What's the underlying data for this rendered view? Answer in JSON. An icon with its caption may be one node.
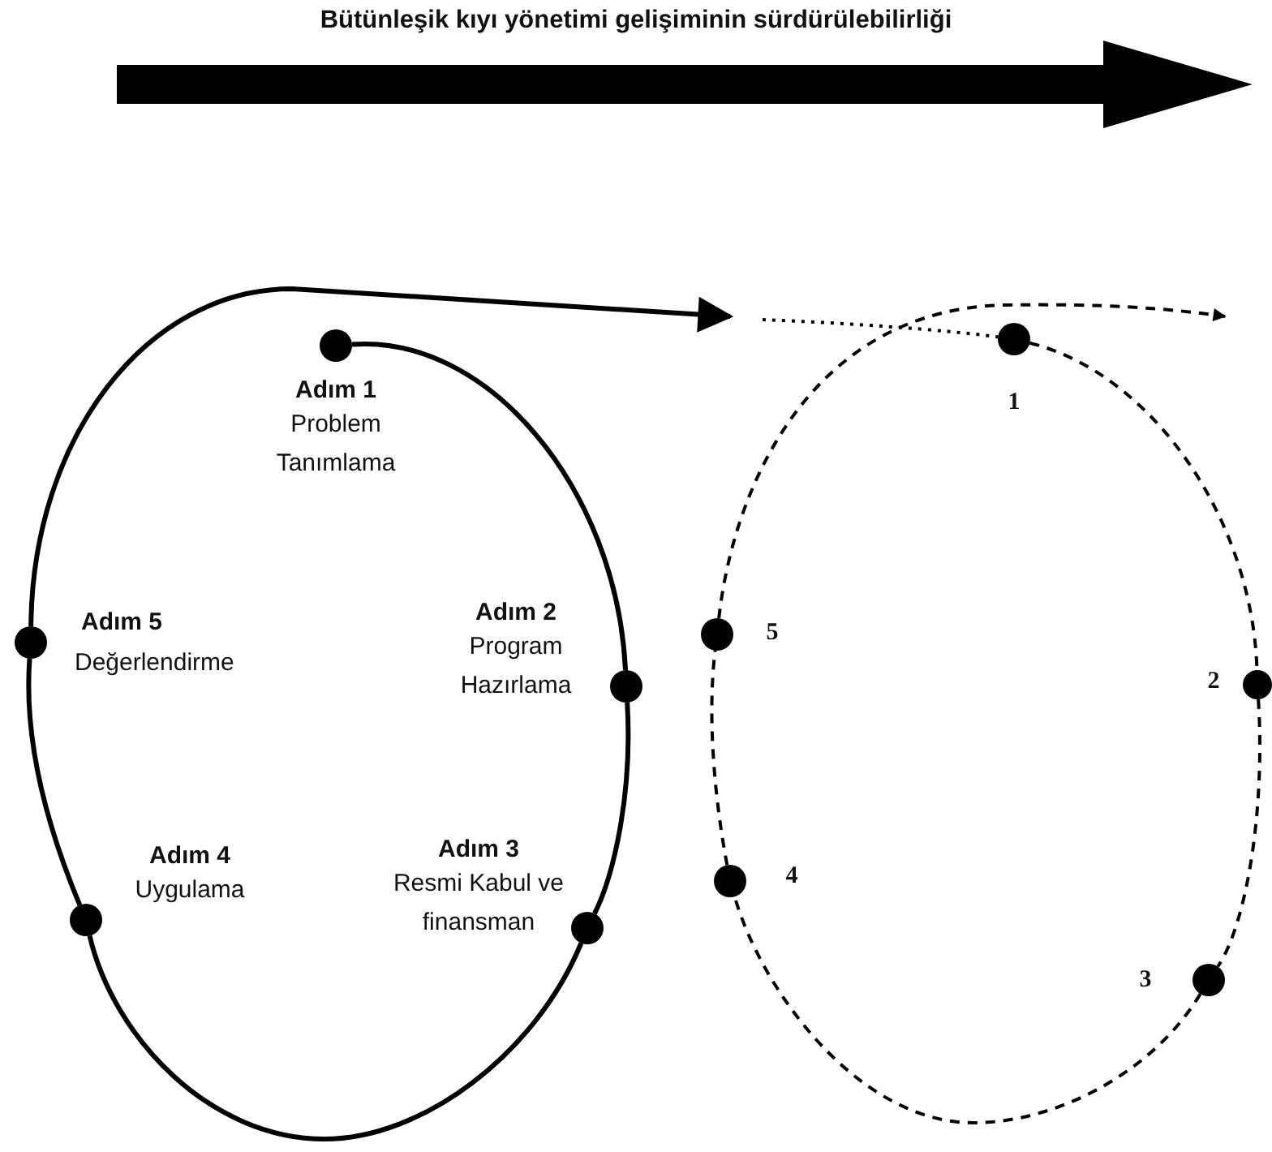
{
  "diagram": {
    "title": "Bütünleşik kıyı yönetimi gelişiminin sürdürülebilirliği",
    "nodes": [
      {
        "text": [],
        "shape": "circle",
        "beside": [
          "Adım 1",
          "Problem Tanımlama"
        ]
      },
      {
        "text": [],
        "shape": "circle",
        "beside": [
          "Adım 2",
          "Program Hazırlama"
        ]
      },
      {
        "text": [],
        "shape": "circle",
        "beside": [
          "Adım 3",
          "Resmi Kabul ve finansman"
        ]
      },
      {
        "text": [],
        "shape": "circle",
        "beside": [
          "Adım 4",
          "Uygulama"
        ]
      },
      {
        "text": [],
        "shape": "circle",
        "beside": [
          "Adım 5",
          "Değerlendirme"
        ]
      },
      {
        "text": [],
        "shape": "circle",
        "beside": [
          "1"
        ]
      },
      {
        "text": [],
        "shape": "circle",
        "beside": [
          "2"
        ]
      },
      {
        "text": [],
        "shape": "circle",
        "beside": [
          "3"
        ]
      },
      {
        "text": [],
        "shape": "circle",
        "beside": [
          "4"
        ]
      },
      {
        "text": [],
        "shape": "circle",
        "beside": [
          "5"
        ]
      }
    ],
    "edges": [
      {
        "from": 0,
        "to": 1,
        "arrow": "none"
      },
      {
        "from": 1,
        "to": 2,
        "arrow": "none"
      },
      {
        "from": 2,
        "to": 3,
        "arrow": "none"
      },
      {
        "from": 3,
        "to": 4,
        "arrow": "none"
      },
      {
        "from": 4,
        "to": null,
        "arrow": "to"
      },
      {
        "from": null,
        "to": 5,
        "arrow": "none",
        "style": "dashed"
      },
      {
        "from": 5,
        "to": 6,
        "arrow": "none",
        "style": "dashed"
      },
      {
        "from": 6,
        "to": 7,
        "arrow": "none",
        "style": "dashed"
      },
      {
        "from": 7,
        "to": 8,
        "arrow": "none",
        "style": "dashed"
      },
      {
        "from": 8,
        "to": 9,
        "arrow": "none",
        "style": "dashed"
      },
      {
        "from": 9,
        "to": null,
        "arrow": "to",
        "style": "dashed"
      }
    ]
  }
}
